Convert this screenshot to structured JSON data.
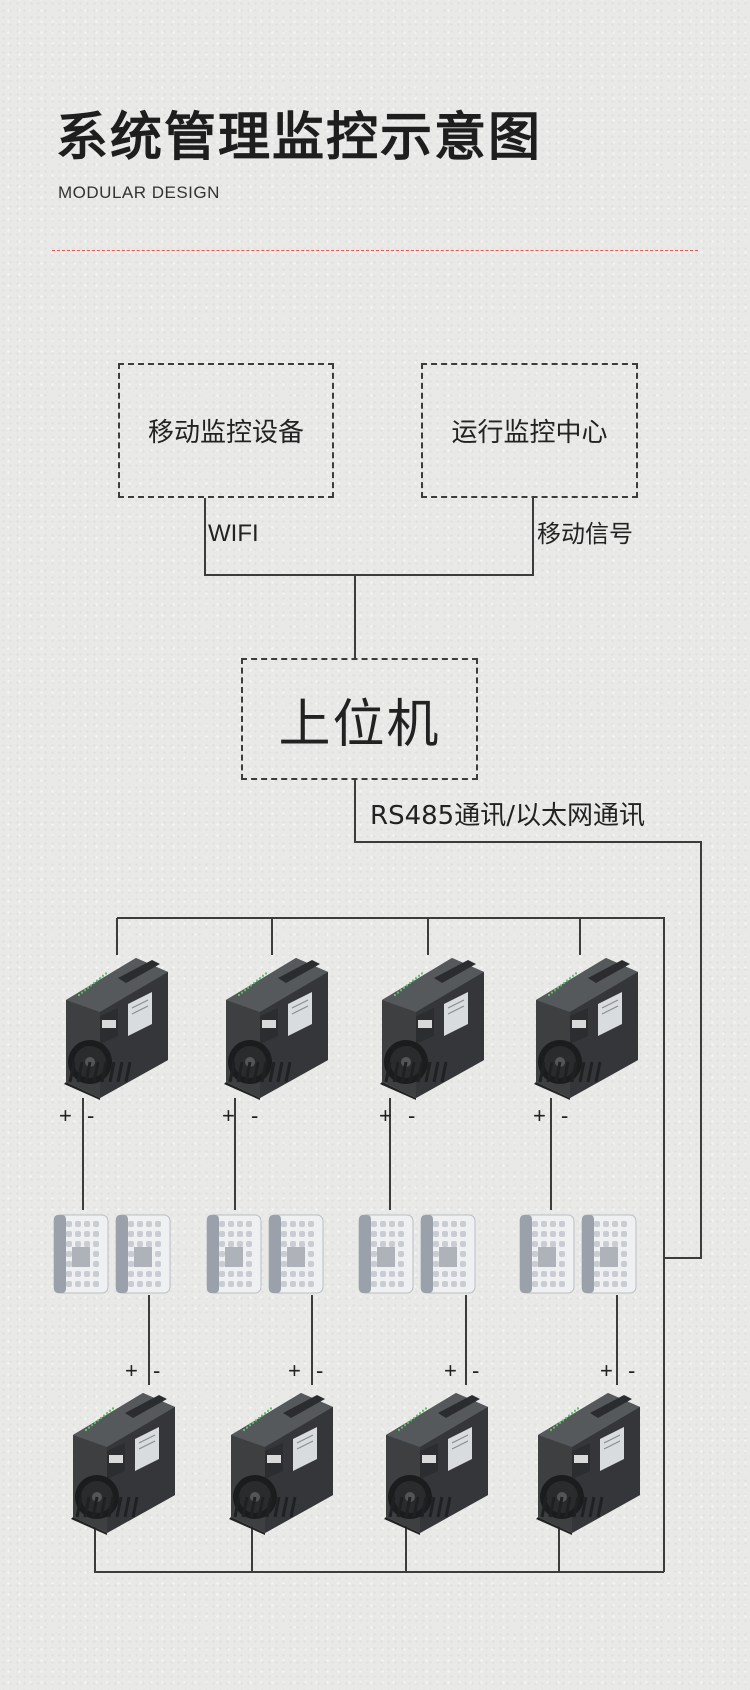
{
  "header": {
    "title": "系统管理监控示意图",
    "subtitle": "MODULAR DESIGN"
  },
  "nodes": {
    "mobile_monitor": "移动监控设备",
    "operation_center": "运行监控中心",
    "host_computer": "上位机"
  },
  "links": {
    "wifi": "WIFI",
    "mobile_signal": "移动信号",
    "bus": "RS485通讯/以太网通讯"
  },
  "terminals": {
    "plus": "+",
    "minus": "-"
  },
  "colors": {
    "accent_red": "#e05a52",
    "line": "#3c3c3c",
    "device_body": "#3d3f41"
  },
  "rows": {
    "top_controllers": 4,
    "fuse_pairs": 4,
    "bottom_controllers": 4
  }
}
